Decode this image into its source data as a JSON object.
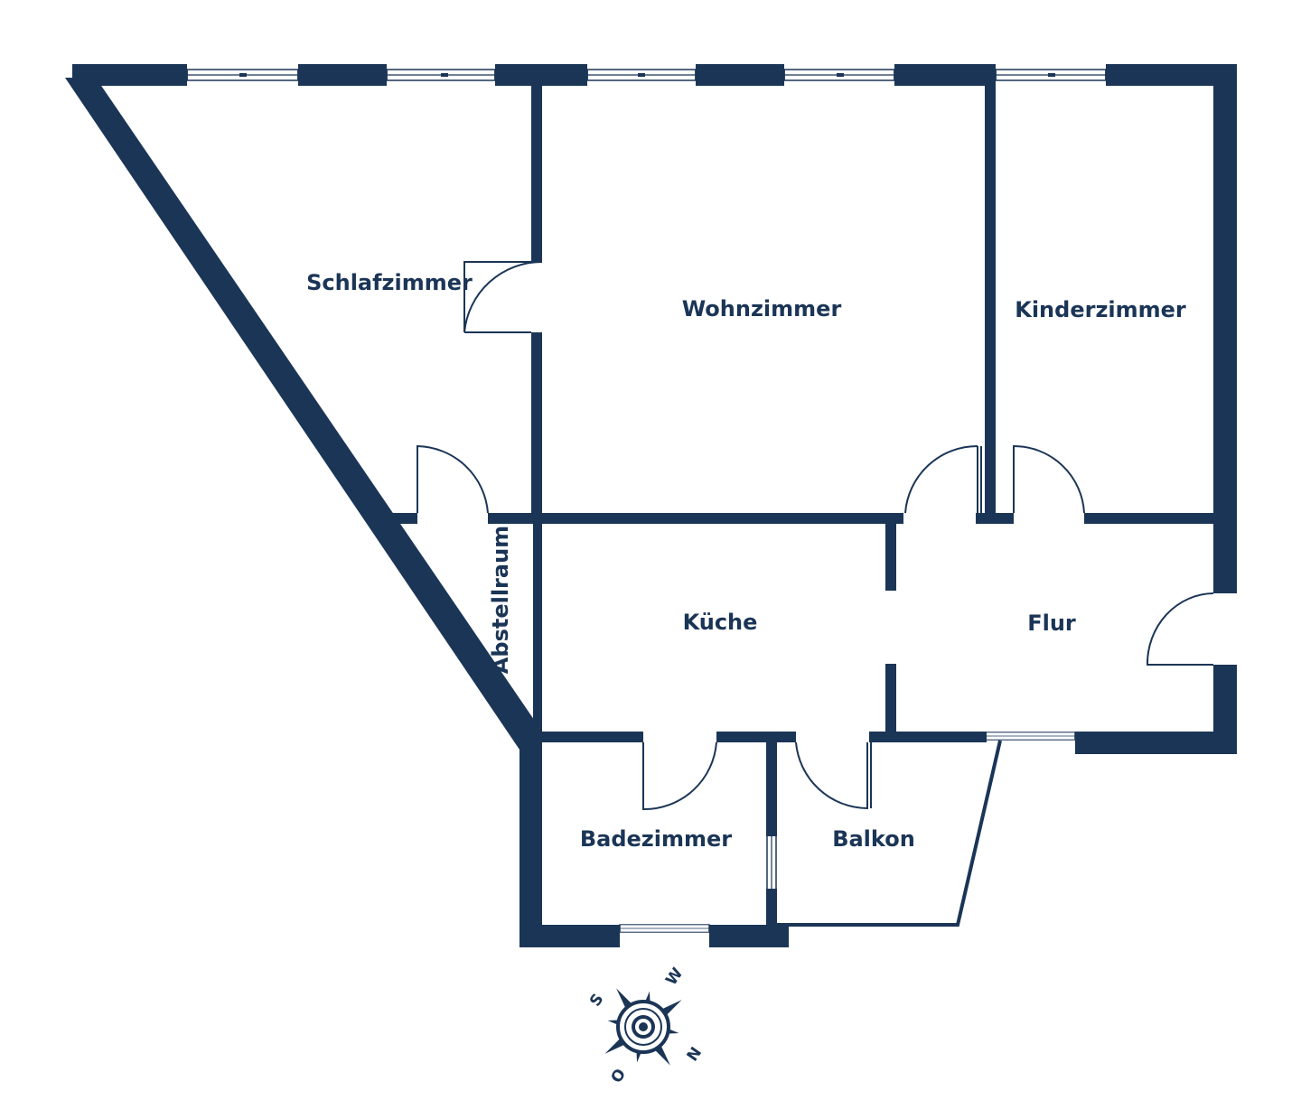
{
  "colors": {
    "wall": "#1b3556",
    "background": "#ffffff",
    "window_line": "#1b3556",
    "window_fill": "#ffffff"
  },
  "rooms": {
    "schlafzimmer": "Schlafzimmer",
    "wohnzimmer": "Wohnzimmer",
    "kinderzimmer": "Kinderzimmer",
    "abstellraum": "Abstellraum",
    "kueche": "Küche",
    "flur": "Flur",
    "badezimmer": "Badezimmer",
    "balkon": "Balkon"
  },
  "compass": {
    "icon": "compass-rose-icon",
    "north": "N",
    "east": "O",
    "south": "S",
    "west": "W"
  }
}
